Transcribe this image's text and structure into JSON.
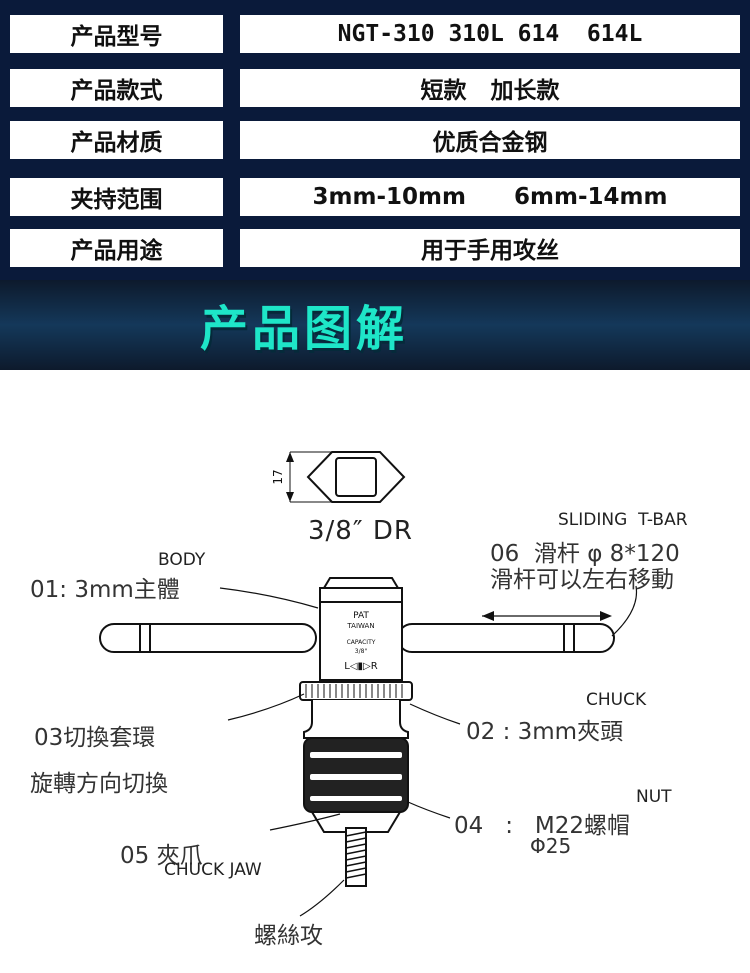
{
  "spec_table": [
    {
      "label": "产品型号",
      "value": "NGT-310 310L 614  614L"
    },
    {
      "label": "产品款式",
      "value": "短款   加长款"
    },
    {
      "label": "产品材质",
      "value": "优质合金钢"
    },
    {
      "label": "夹持范围",
      "value": "3mm-10mm      6mm-14mm"
    },
    {
      "label": "产品用途",
      "value": "用于手用攻丝"
    }
  ],
  "banner": {
    "title": "产品图解"
  },
  "diagram": {
    "hex_dimension": "17",
    "drive_label": "3/8″ DR",
    "sliding_tbar": {
      "en": "SLIDING  T-BAR",
      "spec": "06  滑杆 φ 8*120",
      "note": "滑杆可以左右移動"
    },
    "body": {
      "en": "BODY",
      "cn": "01: 3mm主體"
    },
    "body_marks": {
      "brand": "PAT",
      "origin": "TAIWAN",
      "capacity": "CAPACITY",
      "capacity_value": "3/8\"",
      "direction": "L◁▮▷R"
    },
    "chuck": {
      "en": "CHUCK",
      "cn": "02 : 3mm夾頭"
    },
    "switch": {
      "cn": "03切換套環",
      "note": "旋轉方向切換"
    },
    "nut": {
      "en": "NUT",
      "cn": "04   :   M22螺帽",
      "dia": "Φ25"
    },
    "jaw": {
      "cn": "05 夾爪",
      "en": "CHUCK JAW"
    },
    "tap": {
      "cn": "螺絲攻"
    }
  },
  "colors": {
    "spec_bg": "#0a1a3a",
    "banner_text": "#1ee6c8"
  }
}
